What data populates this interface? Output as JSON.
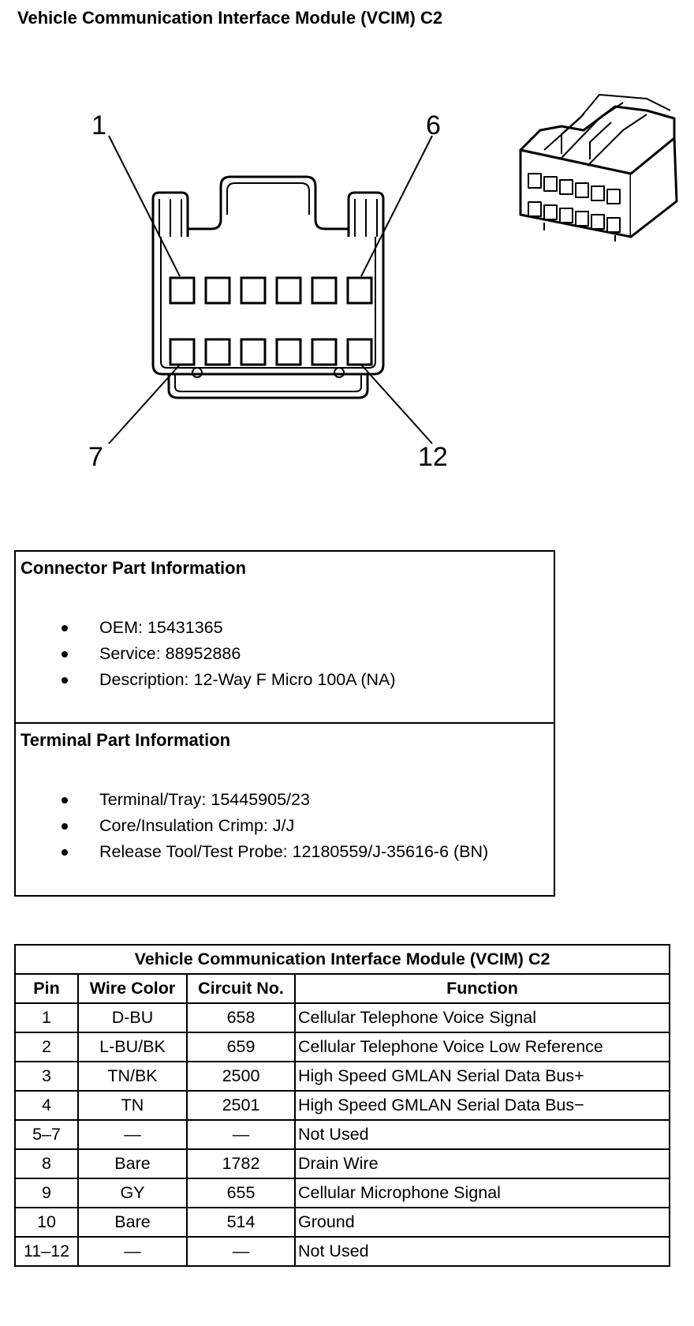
{
  "page": {
    "title": "Vehicle Communication Interface Module (VCIM) C2"
  },
  "diagram": {
    "pin_labels": [
      "1",
      "6",
      "7",
      "12"
    ]
  },
  "connector_info": {
    "heading": "Connector Part Information",
    "items": [
      "OEM: 15431365",
      "Service: 88952886",
      "Description: 12-Way F Micro 100A (NA)"
    ]
  },
  "terminal_info": {
    "heading": "Terminal Part Information",
    "items": [
      "Terminal/Tray: 15445905/23",
      "Core/Insulation Crimp: J/J",
      "Release Tool/Test Probe: 12180559/J-35616-6 (BN)"
    ]
  },
  "table": {
    "title": "Vehicle Communication Interface Module (VCIM) C2",
    "headers": [
      "Pin",
      "Wire Color",
      "Circuit No.",
      "Function"
    ],
    "rows": [
      [
        "1",
        "D-BU",
        "658",
        "Cellular Telephone Voice Signal"
      ],
      [
        "2",
        "L-BU/BK",
        "659",
        "Cellular Telephone Voice Low Reference"
      ],
      [
        "3",
        "TN/BK",
        "2500",
        "High Speed GMLAN Serial Data Bus+"
      ],
      [
        "4",
        "TN",
        "2501",
        "High Speed GMLAN Serial Data Bus−"
      ],
      [
        "5–7",
        "—",
        "—",
        "Not Used"
      ],
      [
        "8",
        "Bare",
        "1782",
        "Drain Wire"
      ],
      [
        "9",
        "GY",
        "655",
        "Cellular Microphone Signal"
      ],
      [
        "10",
        "Bare",
        "514",
        "Ground"
      ],
      [
        "11–12",
        "—",
        "—",
        "Not Used"
      ]
    ]
  }
}
